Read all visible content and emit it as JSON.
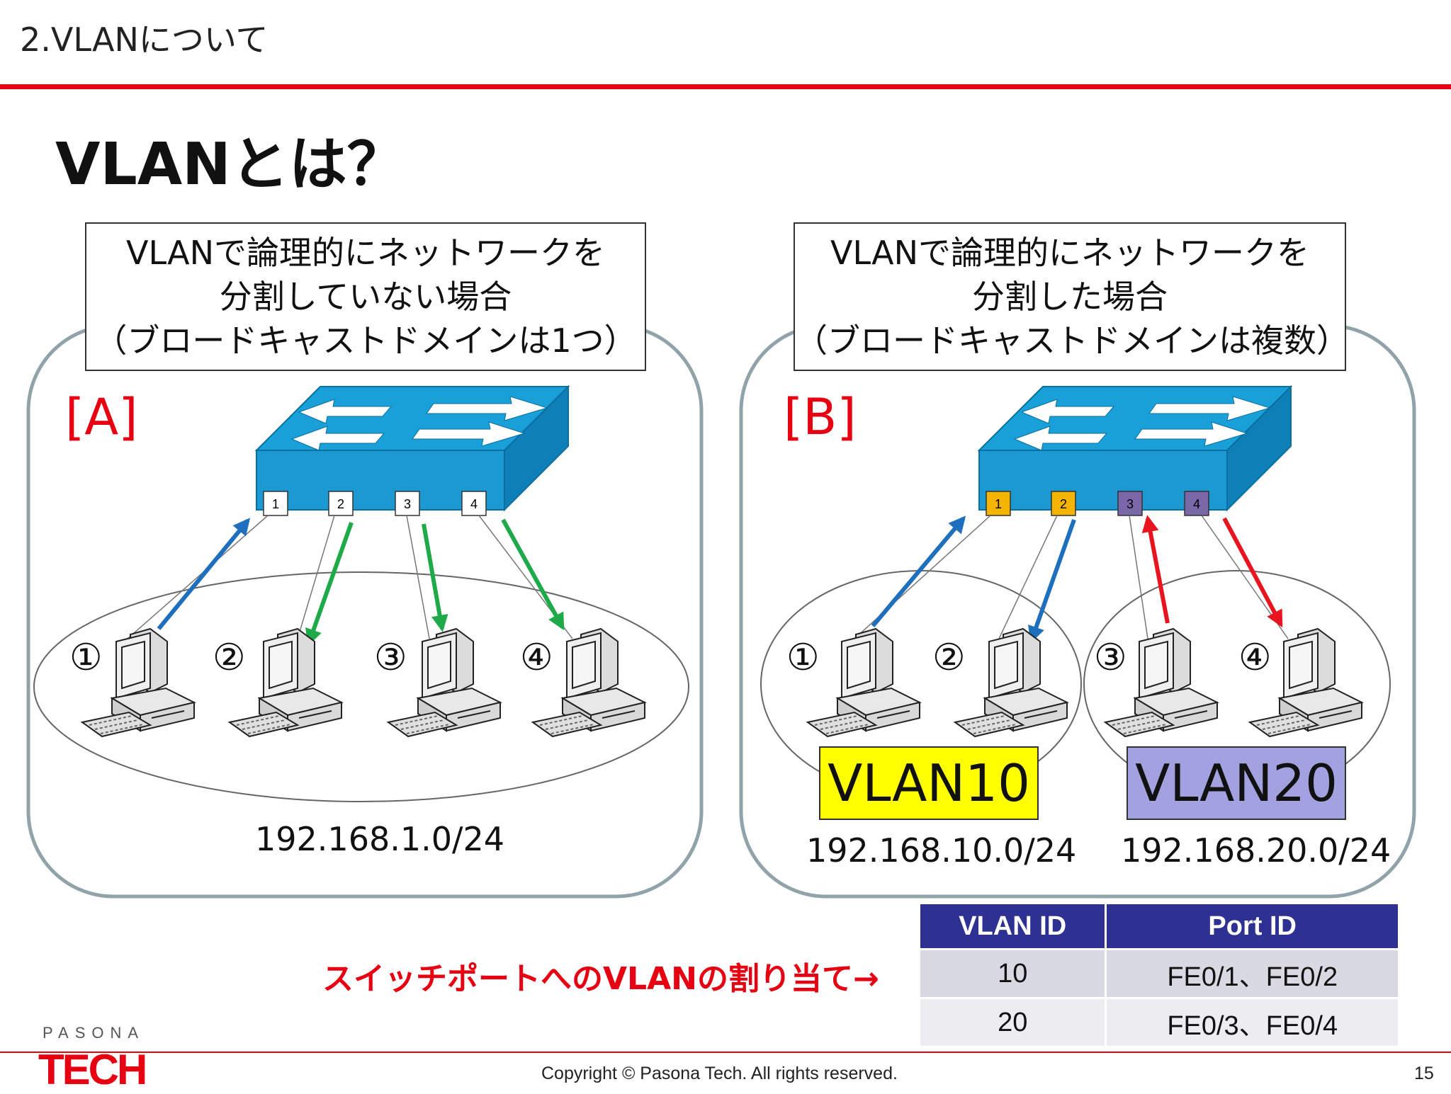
{
  "header": {
    "section_title": "2.VLANについて",
    "main_title": "VLANとは？"
  },
  "diagram_a": {
    "tag": "[A]",
    "caption": [
      "VLANで論理的にネットワークを",
      "分割していない場合",
      "（ブロードキャストドメインは1つ）"
    ],
    "ports": [
      "1",
      "2",
      "3",
      "4"
    ],
    "pcs": [
      "①",
      "②",
      "③",
      "④"
    ],
    "subnet": "192.168.1.0/24"
  },
  "diagram_b": {
    "tag": "[B]",
    "caption": [
      "VLANで論理的にネットワークを",
      "分割した場合",
      "（ブロードキャストドメインは複数）"
    ],
    "ports": [
      "1",
      "2",
      "3",
      "4"
    ],
    "pcs": [
      "①",
      "②",
      "③",
      "④"
    ],
    "vlan_labels": [
      "VLAN10",
      "VLAN20"
    ],
    "subnets": [
      "192.168.10.0/24",
      "192.168.20.0/24"
    ]
  },
  "colors": {
    "accent_red": "#e60012",
    "switch_blue": "#1aa0d8",
    "vlan10_yellow": "#ffff00",
    "vlan20_purple": "#a2a2e0",
    "port_orange": "#f5b400",
    "port_purple": "#7a68a8",
    "arrow_blue": "#1f6fbf",
    "arrow_green": "#1faa4a",
    "arrow_red": "#e8141e",
    "table_header": "#2e3191"
  },
  "assignment": {
    "label": "スイッチポートへのVLANの割り当て→",
    "headers": [
      "VLAN ID",
      "Port ID"
    ],
    "rows": [
      [
        "10",
        "FE0/1、FE0/2"
      ],
      [
        "20",
        "FE0/3、FE0/4"
      ]
    ]
  },
  "footer": {
    "logo_top": "PASONA",
    "logo_main": "TECH",
    "copyright": "Copyright © Pasona Tech. All rights reserved.",
    "page": "15"
  }
}
